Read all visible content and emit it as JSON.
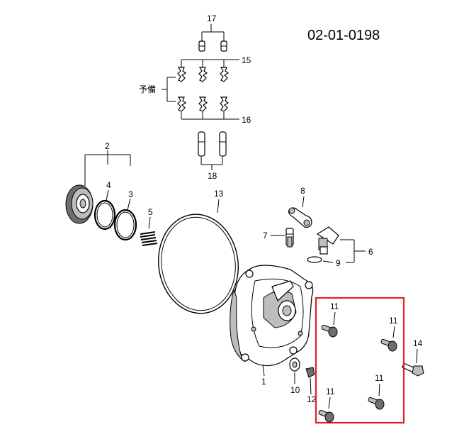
{
  "diagram": {
    "code": "02-01-0198",
    "spare_label": "予備",
    "highlight_color": "#e0202a",
    "callouts": {
      "c1": "1",
      "c2": "2",
      "c3": "3",
      "c4": "4",
      "c5": "5",
      "c6": "6",
      "c7": "7",
      "c8": "8",
      "c9": "9",
      "c10": "10",
      "c11a": "11",
      "c11b": "11",
      "c11c": "11",
      "c11d": "11",
      "c12": "12",
      "c13": "13",
      "c14": "14",
      "c15": "15",
      "c16": "16",
      "c17": "17",
      "c18": "18"
    }
  }
}
